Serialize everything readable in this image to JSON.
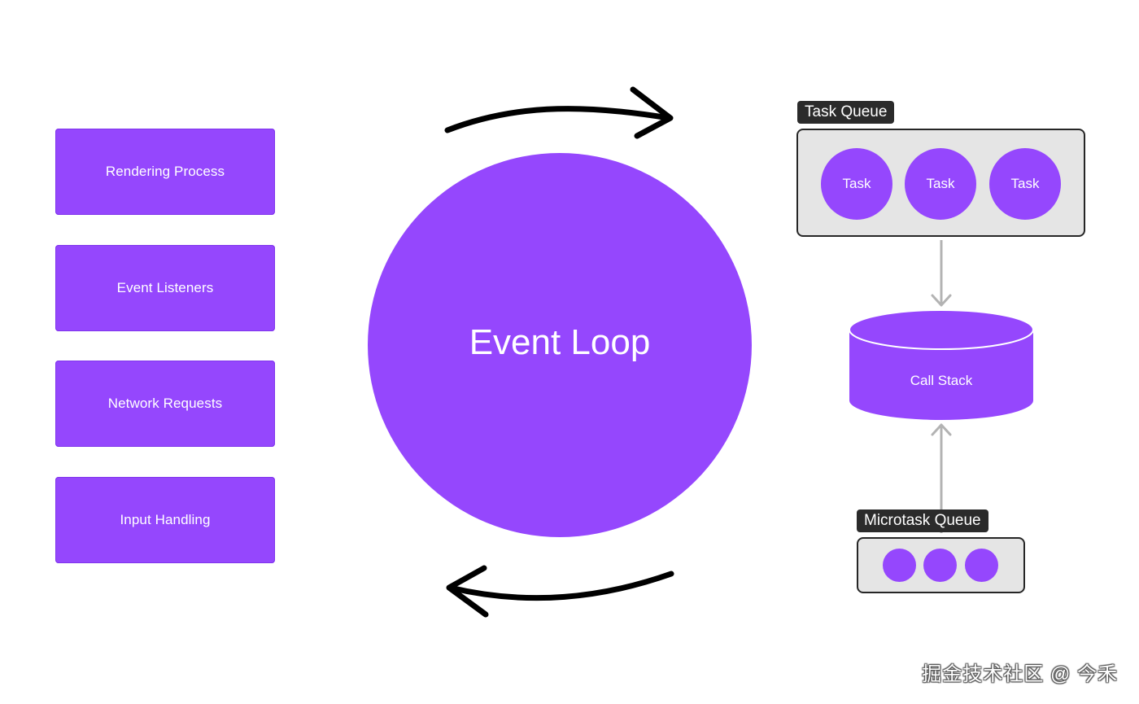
{
  "colors": {
    "purple": "#9547fd",
    "tag_bg": "#2b2b2b",
    "queue_bg": "#e5e5e5",
    "connector": "#b3b3b3",
    "arrow": "#000000"
  },
  "sources": [
    {
      "label": "Rendering Process"
    },
    {
      "label": "Event Listeners"
    },
    {
      "label": "Network Requests"
    },
    {
      "label": "Input Handling"
    }
  ],
  "event_loop": {
    "label": "Event Loop"
  },
  "task_queue": {
    "title": "Task Queue",
    "tasks": [
      "Task",
      "Task",
      "Task"
    ]
  },
  "call_stack": {
    "label": "Call Stack"
  },
  "microtask_queue": {
    "title": "Microtask Queue",
    "item_count": 3
  },
  "watermark": "掘金技术社区 @ 今禾"
}
